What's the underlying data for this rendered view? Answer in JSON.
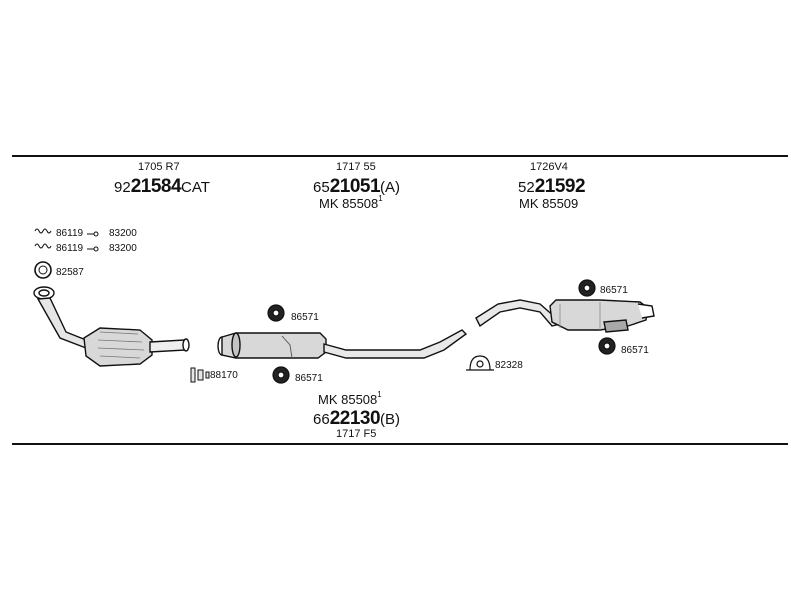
{
  "colors": {
    "line": "#111111",
    "fill_light": "#d8d8d8",
    "fill_mid": "#a8a8a8",
    "background": "#ffffff"
  },
  "groups": [
    {
      "code": "1705 R7",
      "part_prefix": "92",
      "part_main": "21584",
      "part_suffix": "CAT"
    },
    {
      "code": "1717 55",
      "part_prefix": "65",
      "part_main": "21051",
      "part_suffix": "(A)",
      "kit": "MK 85508",
      "kit_sup": "1"
    },
    {
      "code": "1726V4",
      "part_prefix": "52",
      "part_main": "21592",
      "kit": "MK 85509"
    }
  ],
  "bottom_group": {
    "kit": "MK 85508",
    "kit_sup": "1",
    "part_prefix": "66",
    "part_main": "22130",
    "part_suffix": "(B)",
    "code": "1717 F5"
  },
  "hardware": {
    "springs": [
      {
        "left": "86119",
        "right": "83200"
      },
      {
        "left": "86119",
        "right": "83200"
      }
    ],
    "gasket": "82587",
    "clamp_front": "88170",
    "rubber_mid_top": "86571",
    "rubber_mid_bottom": "86571",
    "clamp_mid": "82328",
    "rubber_rear_top": "86571",
    "rubber_rear_bottom": "86571"
  },
  "icons": [
    "spring-icon",
    "gasket-ring-icon",
    "clamp-icon",
    "rubber-mount-icon",
    "u-clamp-icon"
  ]
}
